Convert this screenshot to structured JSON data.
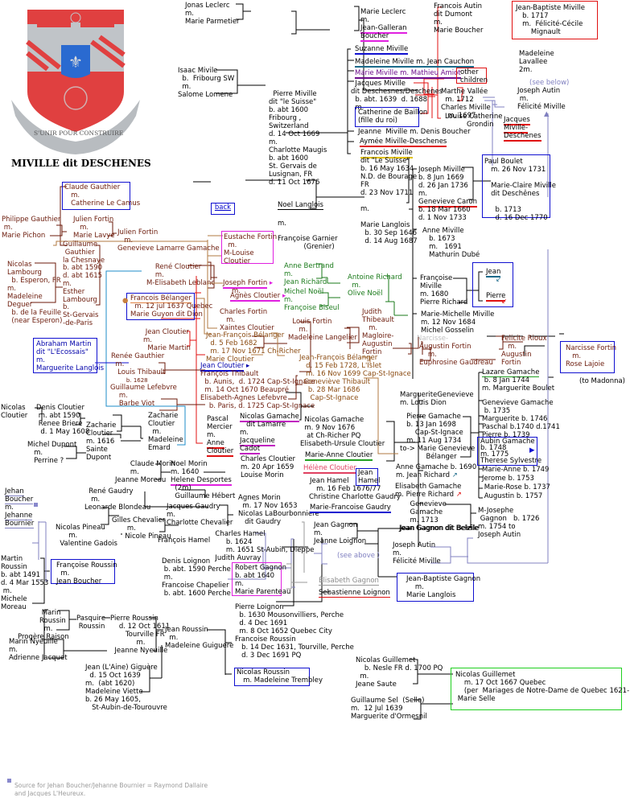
{
  "page": {
    "title": "MIVILLE dit DESCHENES",
    "motto": "S'UNIR POUR CONSTRUIRE",
    "back_link": "back",
    "footnote_line1": "Source for Jehan Boucher/Jehanne Bournier = Raymond Dallaire",
    "footnote_line2": "and Jacques L'Heureux."
  },
  "crest": {
    "colors": {
      "red": "#e04040",
      "silver": "#c0c4c8",
      "blue": "#2a6ad0",
      "ribbon": "#b8bcc0"
    }
  },
  "nodes": {
    "jonas_leclerc": "Jonas Leclerc",
    "m": "m.",
    "marie_parmetier": "Marie Parmetier",
    "marie_leclerc": "Marie Leclerc",
    "jean_galleran": "Jean-Galleran",
    "boucher": "Boucher",
    "francois_autin": "Francois Autin",
    "dit_dumont": "dit Dumont",
    "marie_boucher": "Marie Boucher",
    "jb_miville": "Jean-Baptiste Miville",
    "jb_b": "b. 1717",
    "jb_m": "m.  Félicité-Cécile",
    "jb_m2": "Mignault",
    "madeleine_lavallee": "Madeleine",
    "lavallee": "Lavallee",
    "two_m": "2m.",
    "see_below": "(see below)",
    "joseph_autin": "Joseph Autin",
    "felicite_miville": "Félicité Miville",
    "isaac_mivile": "Isaac Mivile",
    "isaac_b": "b.  Fribourg SW",
    "salome": "Salome Lomene",
    "pierre_miville": [
      "Pierre Miville",
      "dit \"le Suisse\"",
      "b. abt 1600",
      "Fribourg ,",
      "Switzerland",
      "d. 14 Oct 1669",
      "m.",
      "Charlotte Maugis",
      "b. abt 1600",
      "St. Gervais de",
      "Lusignan, FR",
      "d. 11 Oct 1676"
    ],
    "suzanne": "Suzanne Miville",
    "madeleine_miville": "Madeleine Miville m. Jean Cauchon",
    "marie_miville": "Marie Miville m. Mathieu Amiot",
    "jacques_miville": [
      "Jacques Miville",
      "dit Deschesnes/Deschenes",
      "b. abt. 1639  d. 1688",
      "m."
    ],
    "catherine_baillon": [
      "Catherine de Baillon",
      "(fille du roi)"
    ],
    "other_children": [
      "other",
      "children"
    ],
    "marthe_vallee": "Marthe Vallée",
    "m_1712": "m. 1712",
    "charles_miville": "Charles Miville",
    "m_1697": "m. 1697",
    "louise_catherine": "Louise Catherine",
    "grondin": "Grondin",
    "jacques_md": [
      "Jacques",
      "Miville-",
      "Deschenes"
    ],
    "jeanne_miville": "Jeanne  Miville m. Denis Boucher",
    "aymee": "Aymée Miville-Deschenes",
    "francois_miville": [
      "Francois Miville",
      "dit \"Le Suisse\"",
      "b. 16 May 1634",
      "N.D. de Bourage",
      "FR",
      "d. 23 Nov 1711"
    ],
    "marie_langlois": [
      "Marie Langlois",
      "b. 30 Sep 1646",
      "d. 14 Aug 1687"
    ],
    "noel_langlois": "Noel Langlois",
    "francoise_garnier": [
      "Françoise Garnier",
      "(Grenier)"
    ],
    "joseph_miville": [
      "Joseph Miville",
      "b. 8 Jun 1669",
      "d. 26 Jan 1736",
      "m.",
      "Genevieve Caron",
      "b. 18 Mar 1660",
      "d. 1 Nov 1733"
    ],
    "paul_boulet": [
      "Paul Boulet",
      "m. 26 Nov 1731",
      "Marie-Claire Miville",
      "dit Deschênes",
      "b. 1713",
      "d. 16 Dec 1770"
    ],
    "anne_miville": [
      "Anne Miville",
      "b. 1673",
      "m.   1691",
      "Mathurin Dubé"
    ],
    "francoise_miville": [
      "Françoise",
      "Miville",
      "m. 1680",
      "Pierre Richard"
    ],
    "jean_pierre_box": [
      "Jean",
      "Pierre"
    ],
    "marie_michelle": [
      "Marie-Michelle Miville",
      "m. 12 Nov 1684",
      "Michel Gosselin"
    ],
    "claude_gauthier": [
      "Claude Gauthier",
      "m.",
      "Catherine Le Camus"
    ],
    "philippe_gauthier": [
      "Philippe Gauthier",
      "m.",
      "Marie Pichon"
    ],
    "julien_fortin_sr": [
      "Julien Fortin",
      "m.",
      "Marie Lavye"
    ],
    "julien_fortin": [
      "Julien Fortin",
      "m.",
      "Genevieve Lamarre Gamache"
    ],
    "guillaume_gauthier": [
      "Guillaume",
      "Gauthier",
      "la Chesnaye",
      "b. abt 1590",
      "d. abt 1615",
      "m.",
      "Esther",
      "Lambourg",
      "b.",
      "St-Gervais",
      "-de-Paris"
    ],
    "nicolas_lambourg": [
      "Nicolas",
      "Lambourg",
      "b. Esperon, FR",
      "m.",
      "Madeleine",
      "Deguer",
      "b. de la Feuille",
      "(near Esperon)"
    ],
    "eustache_fortin": [
      "Eustache Fortin",
      "m.",
      "M-Louise",
      "Cloutier"
    ],
    "rene_cloutier": [
      "René Cloutier",
      "m.",
      "M-Elisabeth Leblanc"
    ],
    "joseph_fortin": "Joseph Fortin",
    "agnes_cloutier": "Agnès Cloutier",
    "francois_belanger": [
      "Francois Bélanger",
      "m. 12 jul 1637 Quebec",
      "Marie Guyon dit Dion"
    ],
    "charles_fortin": [
      "Charles Fortin",
      "m.",
      "Xaintes Cloutier"
    ],
    "louis_fortin": [
      "Louis Fortin",
      "m.",
      "Madeleine Langelier"
    ],
    "anne_bertrand": [
      "Anne Bertrand",
      "m.",
      "Jean Richard"
    ],
    "antoine_richard": [
      "Antoine Richard",
      "m.",
      "Olive Noël"
    ],
    "michel_noel": [
      "Michel Noël",
      "m.",
      "Françoise Biseul"
    ],
    "judith_thibeault": [
      "Judith",
      "Thibeault",
      "m.",
      "Magloire-",
      "Augustin",
      "Fortin"
    ],
    "narcisse_label": "Narcisse-",
    "augustin_fortin": [
      "Augustin Fortin",
      "m.",
      "Euphrosine Gaudreau"
    ],
    "felicite_rioux": [
      "Felicite Rioux",
      "m.",
      "Augustin",
      "Fortin"
    ],
    "narcisse_fortin": [
      "Narcisse Fortin",
      "m.",
      "Rose Lajoie"
    ],
    "to_madonna": "(to Madonna)",
    "abraham_martin": [
      "Abraham Martin",
      "dit \"L'Ecossais\"",
      "m.",
      "Marguerite Langlois"
    ],
    "jean_cloutier_mm": [
      "Jean Cloutier",
      "m.",
      "Marie Martin"
    ],
    "jf_belanger_1": [
      "Jean-François Bélanger",
      "d. 5 Feb 1682",
      "m. 17 Nov 1671 Ch-Richer",
      "Marie Cloutier"
    ],
    "jean_cloutier": "Jean Cloutier",
    "jf_belanger_2": [
      "Jean-François Bélanger",
      "d. 15 Feb 1728, L'Islet",
      "m. 16 Nov 1699 Cap-St-Ignace",
      "Geneviève Thibault",
      "b. 28 Mar 1686",
      "Cap-St-Ignace"
    ],
    "renee_gauthier": [
      "Renée Gauthier",
      "m.",
      "Louis Thibault",
      "b. 1628"
    ],
    "francois_thibault": [
      "François Thibault",
      "b. Aunis,  d. 1724 Cap-St-Ignace",
      "m. 14 Oct 1670 Beaupré",
      "Elisabeth-Agnes Lefebvre",
      "b. Paris, d. 1725 Cap-St-Ignace"
    ],
    "guillaume_lefebvre": [
      "Guillaume Lefebvre",
      "m.",
      "Barbe Viot"
    ],
    "nicolas_cloutier": [
      "Nicolas",
      "Cloutier"
    ],
    "denis_cloutier": [
      "Denis Cloutier",
      "m. abt 1590",
      "Renee Briere",
      "d. 1 May 1608"
    ],
    "zacharie_cloutier_sr": [
      "Zacharie",
      "Cloutier",
      "m. 1616",
      "Sainte",
      "Dupont"
    ],
    "michel_dupont": [
      "Michel Dupont",
      "m.",
      "Perrine ?"
    ],
    "zacharie_cloutier": [
      "Zacharie",
      "Cloutier",
      "m.",
      "Madeleine",
      "Emard"
    ],
    "pascal_mercier": [
      "Pascal",
      "Mercier",
      "m.",
      "Anne",
      "Cloutier"
    ],
    "nicolas_gamache_sr": [
      "Nicolas Gamache",
      "dit Lamarre",
      "m.",
      "Jacqueline",
      "Cadot"
    ],
    "nicolas_gamache": [
      "Nicolas Gamache",
      "m. 9 Nov 1676",
      "at Ch-Richer PQ",
      "Elisabeth-Ursule Cloutier"
    ],
    "marie_anne_cloutier": "Marie-Anne Cloutier",
    "helene_cloutier": "Hélène Cloutier",
    "marguerite_genevieve": [
      "MargueriteGenevieve",
      "m. Louis Dion"
    ],
    "pierre_gamache": [
      "Pierre Gamache",
      "b. 13 Jan 1698",
      "Cap-St-Ignace",
      "m. 11 Aug 1734",
      "to-> Marie Genevieve",
      "Bélanger"
    ],
    "lazare_gamache": [
      "Lazare Gamache",
      "b. 8 Jan 1744",
      "m. Marguerite Boulet"
    ],
    "gamache_children": [
      "Genevieve Gamache",
      "b. 1735",
      "Marguerite b. 1746",
      "Paschal b.1740 d.1741",
      "Pierre b. 1739"
    ],
    "aubin_gamache": [
      "Aubin Gamache",
      "b. 1748",
      "m. 1775",
      "Therese Sylvestre"
    ],
    "gamache_children2": [
      "Marie-Anne b. 1749",
      "Jerome b. 1753",
      "Marie-Rose b. 1737",
      "Augustin b. 1757"
    ],
    "anne_gamache": [
      "Anne Gamache b. 1690",
      "m. Jean Richard"
    ],
    "elisabeth_gamache": [
      "Elisabeth Gamache",
      "m. Pierre Richard"
    ],
    "genevieve_gamache": [
      "Genevieve",
      "Gamache",
      "m. 1713",
      "Jean Gagnon dit Belzile"
    ],
    "m_joseph_gagnon": [
      "M-Josephe",
      "Gagnon",
      "b. 1726",
      "m. 1754 to",
      "Joseph Autin"
    ],
    "claude_morin": [
      "Claude Morin",
      "m.",
      "Jeanne Moreau"
    ],
    "noel_morin": [
      "Noel Morin",
      "m. 1640",
      "Helene Desportes",
      "(2m)",
      "Guillaume Hébert"
    ],
    "charles_cloutier": [
      "Charles Cloutier",
      "m. 20 Apr 1659",
      "Louise Morin"
    ],
    "jean_hamel": [
      "Jean Hamel",
      "m. 16 Feb 1676/77"
    ],
    "jean_hamel_box": [
      "Jean",
      "Hamel"
    ],
    "agnes_morin": [
      "Agnes Morin",
      "m. 17 Nov 1653",
      "Nicolas LaBourbonniere",
      "dit Gaudry"
    ],
    "christine_gaudry": "Christine Charlotte Gaudry",
    "marie_francoise_gaudry": "Marie-Francoise Gaudry",
    "rene_gaudry": [
      "René Gaudry",
      "m.",
      "Leonarde Blondeau"
    ],
    "jacques_gaudry": [
      "Jacques Gaudry",
      "m.",
      "Charlotte Chevalier"
    ],
    "gilles_chevalier": [
      "Gilles Chevalier",
      "m.",
      "Nicole Pineau"
    ],
    "nicolas_pineau": [
      "Nicolas Pineau",
      "m.",
      "Valentine Gadois"
    ],
    "francois_hamel": "François Hamel",
    "charles_hamel": [
      "Charles Hamel",
      "b. 1624",
      "m. 1651 St-Aubin, Dieppe",
      "Judith Auvray"
    ],
    "jehan_boucher": [
      "Jehan",
      "Boucher",
      "m.",
      "Jehanne",
      "Bournier"
    ],
    "jean_gagnon": [
      "Jean Gagnon",
      "m.",
      "Jeanne Loignon"
    ],
    "see_above": "(see above )",
    "joseph_autin_2": [
      "Joseph Autin",
      "m.",
      "Félicité Miville"
    ],
    "jean_gagnon_dit": "Jean Gagnon dit Belzile",
    "jb_gagnon": [
      "Jean-Baptiste Gagnon",
      "m.",
      "Marie Langlois"
    ],
    "denis_loignon": [
      "Denis Loignon",
      "b. abt. 1590 Perche",
      "m.",
      "Francoise Chapelier",
      "b. abt. 1600 Perche"
    ],
    "robert_gagnon": [
      "Robert Gagnon",
      "b. abt 1640",
      "m.",
      "Marie Parenteau"
    ],
    "elisabeth_gagnon": "Élisabeth Gagnon",
    "sebastienne_loignon": "Sebastienne Loignon",
    "martin_roussin": [
      "Martin",
      "Roussin",
      "b. abt 1491",
      "d. 4 Mar 1553",
      "m.",
      "Michele",
      "Moreau"
    ],
    "francoise_roussin_box": [
      "Françoise Roussin",
      "m.",
      "Jean Boucher"
    ],
    "pierre_loignon": [
      "Pierre Loignon",
      "b. 1630 Mousonvilliers, Perche",
      "d. 4 Dec 1691",
      "m. 8 Oct 1652 Quebec City",
      "Francoise Roussin",
      "b. 14 Dec 1631, Tourville, Perche",
      "d. 3 Dec 1691 PQ"
    ],
    "marin_roussin": [
      "Marin",
      "Roussin",
      "m.",
      "Progère Raison"
    ],
    "pasquire_roussin": [
      "Pasquire",
      "Roussin"
    ],
    "pierre_roussin": [
      "Pierre Roussin",
      "d. 12 Oct 1611",
      "Tourville FR",
      "m.",
      "Jeanne Nyeuille"
    ],
    "marin_nyeuille": [
      "Marin Nyeuille",
      "m.",
      "Adrienne Jacquet"
    ],
    "jean_roussin": [
      "Jean Roussin",
      "m.",
      "Madeleine Guiguere"
    ],
    "jean_giguere": [
      "Jean (L'Aine) Giguère",
      "d. 15 Oct 1639",
      "m.  (abt 1620)",
      "Madeleine Viette",
      "b. 26 May 1605,",
      "St-Aubin-de-Tourouvre"
    ],
    "nicolas_roussin": [
      "Nicolas Roussin",
      "m. Madeleine Trembley"
    ],
    "nicolas_guillemet_sr": [
      "Nicolas Guillemet",
      "b. Nesle FR d. 1700 PQ",
      "m.",
      "Jeane Saute"
    ],
    "guillaume_sel": [
      "Guillaume Sel  (Selle)",
      "m.  12 Jul 1639",
      "Marguerite d'Ormesnil"
    ],
    "nicolas_guillemet": [
      "Nicolas Guillemet",
      "m. 17 Oct 1667 Quebec",
      "(per  Mariages de Notre-Dame de Quebec 1621-1900)",
      "Marie Selle"
    ]
  }
}
